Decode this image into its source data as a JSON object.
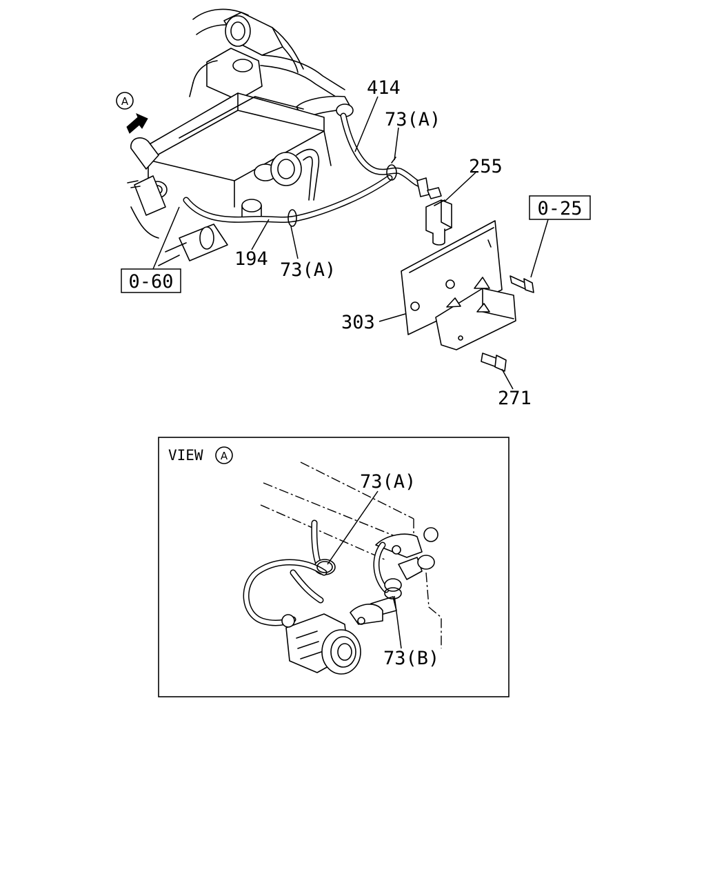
{
  "view_marker": "A",
  "callouts": {
    "c414": "414",
    "c73a_top": "73(A)",
    "c255": "255",
    "c025": "0-25",
    "c060": "0-60",
    "c194": "194",
    "c73a_mid": "73(A)",
    "c303": "303",
    "c271": "271"
  },
  "inset": {
    "title": "VIEW",
    "marker": "A",
    "c73a": "73(A)",
    "c73b": "73(B)"
  }
}
